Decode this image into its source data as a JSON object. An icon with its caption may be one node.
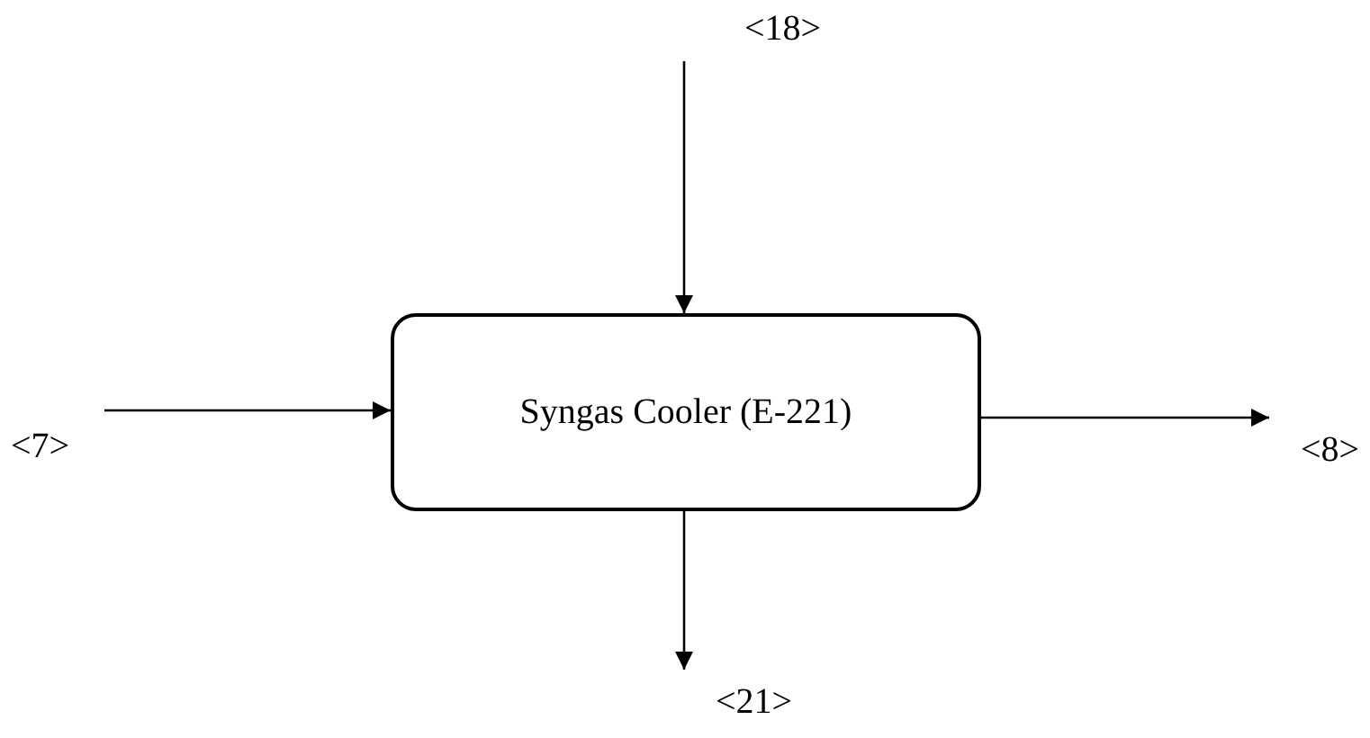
{
  "diagram": {
    "nodes": [
      {
        "text": [
          "Syngas Cooler (E-221)"
        ]
      },
      {
        "text": [
          "<18>"
        ]
      },
      {
        "text": [
          "<7>"
        ]
      },
      {
        "text": [
          "<8>"
        ]
      },
      {
        "text": [
          "<21>"
        ]
      }
    ],
    "edges": [
      {
        "from": 1,
        "to": 0,
        "arrow": "to"
      },
      {
        "from": 2,
        "to": 0,
        "arrow": "to"
      },
      {
        "from": 0,
        "to": 3,
        "arrow": "to"
      },
      {
        "from": 0,
        "to": 4,
        "arrow": "to"
      }
    ]
  }
}
